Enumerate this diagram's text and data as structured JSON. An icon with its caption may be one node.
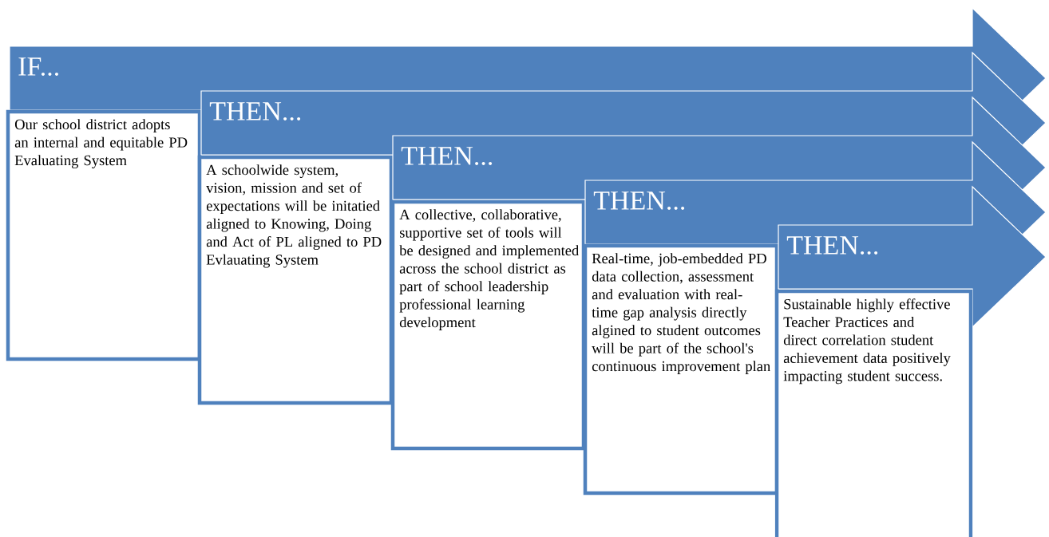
{
  "diagram": {
    "nodes": [
      {
        "text": [
          "IF..."
        ]
      },
      {
        "text": [
          "Our school district adopts an internal and equitable PD Evaluating System"
        ]
      },
      {
        "text": [
          "THEN..."
        ]
      },
      {
        "text": [
          "A schoolwide system, vision, mission and set of expectations will be initatied aligned to Knowing, Doing and Act of PL aligned to PD Evlauating System"
        ]
      },
      {
        "text": [
          "THEN..."
        ]
      },
      {
        "text": [
          "A collective, collaborative, supportive set of tools will be designed and implemented across the school district as part of school leadership professional learning development"
        ]
      },
      {
        "text": [
          "THEN..."
        ]
      },
      {
        "text": [
          "Real-time, job-embedded PD data collection, assessment and evaluation with real-time gap analysis directly algined to student outcomes will be part of the school's continuous improvement plan"
        ]
      },
      {
        "text": [
          "THEN..."
        ]
      },
      {
        "text": [
          "Sustainable highly effective Teacher Practices and direct correlation student achievement data positively impacting student success."
        ]
      }
    ]
  }
}
